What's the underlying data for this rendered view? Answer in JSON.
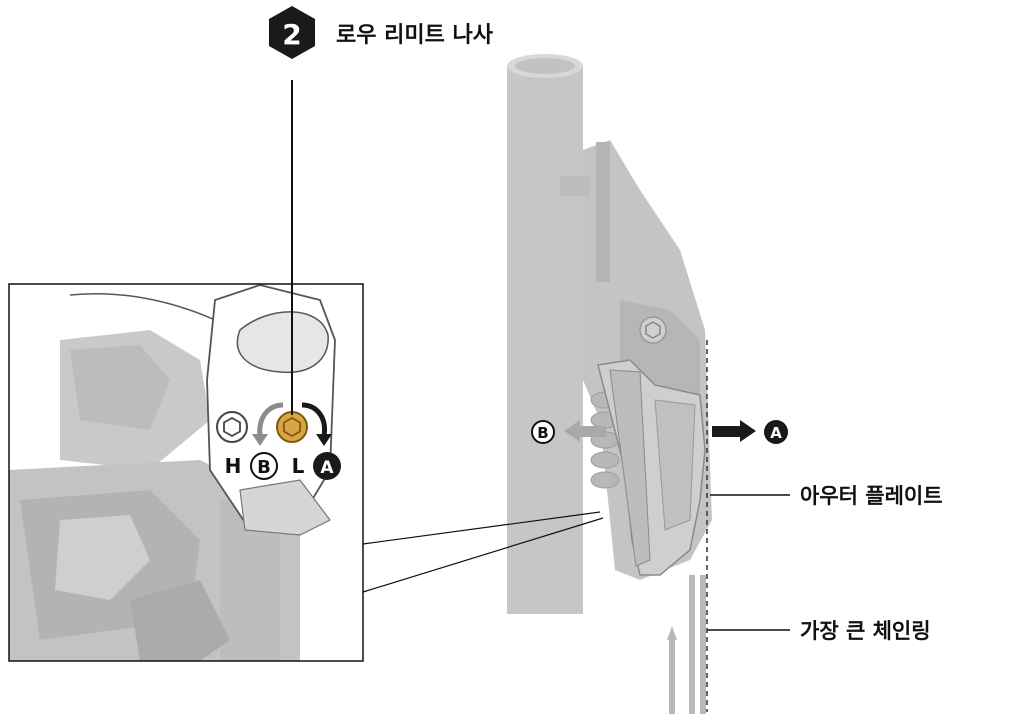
{
  "step": {
    "number": "2",
    "title": "로우 리미트 나사"
  },
  "callouts": {
    "outer_plate": "아우터 플레이트",
    "largest_chainring": "가장 큰 체인링"
  },
  "adjust_markers": {
    "h": "H",
    "b": "B",
    "l": "L",
    "a": "A"
  },
  "direction_markers": {
    "b": "B",
    "a": "A"
  },
  "icons": [
    "hex-step-badge-icon",
    "rotate-ccw-arrow-icon",
    "rotate-cw-arrow-icon",
    "arrow-left-icon",
    "arrow-right-icon",
    "arrow-up-icon"
  ],
  "colors": {
    "part_gray": "#c8c8c8",
    "part_dark": "#a9a9a9",
    "screw_gold": "#d9a441",
    "badge_black": "#1a1a1a"
  }
}
